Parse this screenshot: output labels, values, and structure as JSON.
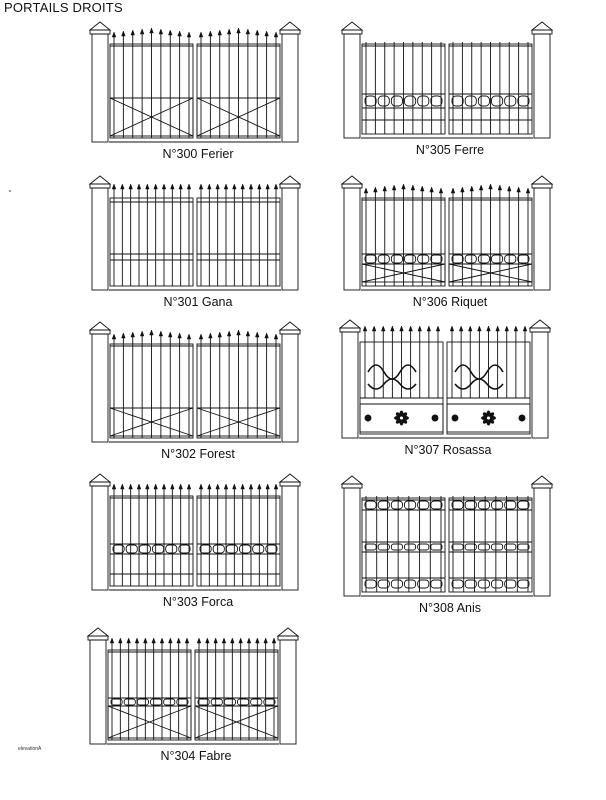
{
  "document": {
    "title": "PORTAILS DROITS",
    "footer_code": "elevationA"
  },
  "gates": [
    {
      "id": "300",
      "caption": "N°300 Ferier",
      "style": "ferier"
    },
    {
      "id": "305",
      "caption": "N°305 Ferre",
      "style": "ferre"
    },
    {
      "id": "301",
      "caption": "N°301 Gana",
      "style": "gana"
    },
    {
      "id": "306",
      "caption": "N°306 Riquet",
      "style": "riquet"
    },
    {
      "id": "302",
      "caption": "N°302 Forest",
      "style": "forest"
    },
    {
      "id": "307",
      "caption": "N°307 Rosassa",
      "style": "rosassa"
    },
    {
      "id": "303",
      "caption": "N°303 Forca",
      "style": "forca"
    },
    {
      "id": "308",
      "caption": "N°308 Anis",
      "style": "anis"
    },
    {
      "id": "304",
      "caption": "N°304 Fabre",
      "style": "fabre"
    }
  ]
}
